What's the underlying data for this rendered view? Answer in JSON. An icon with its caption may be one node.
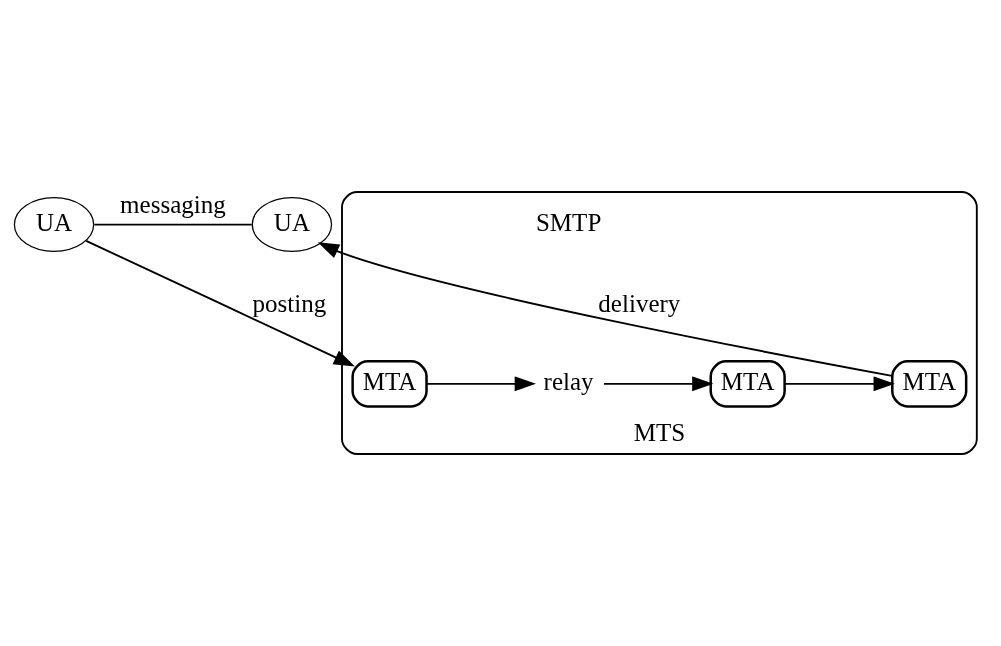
{
  "diagram": {
    "nodes": [
      {
        "text": [
          "UA"
        ]
      },
      {
        "text": [
          "UA"
        ]
      },
      {
        "text": [
          "MTS"
        ]
      },
      {
        "text": [
          "MTA"
        ],
        "in": 2
      },
      {
        "text": [
          "relay"
        ],
        "in": 2
      },
      {
        "text": [
          "MTA"
        ],
        "in": 2
      },
      {
        "text": [
          "MTA"
        ],
        "in": 2
      }
    ],
    "edges": [
      {
        "from": 0,
        "to": 1,
        "arrow": "none",
        "label": "messaging"
      },
      {
        "from": 0,
        "to": 3,
        "arrow": "to",
        "label": "posting"
      },
      {
        "from": 3,
        "to": 4,
        "arrow": "to"
      },
      {
        "from": 4,
        "to": 5,
        "arrow": "to"
      },
      {
        "from": 5,
        "to": 6,
        "arrow": "to"
      },
      {
        "from": 6,
        "to": 1,
        "arrow": "to",
        "label": "delivery"
      }
    ],
    "labels": [
      "SMTP"
    ]
  }
}
